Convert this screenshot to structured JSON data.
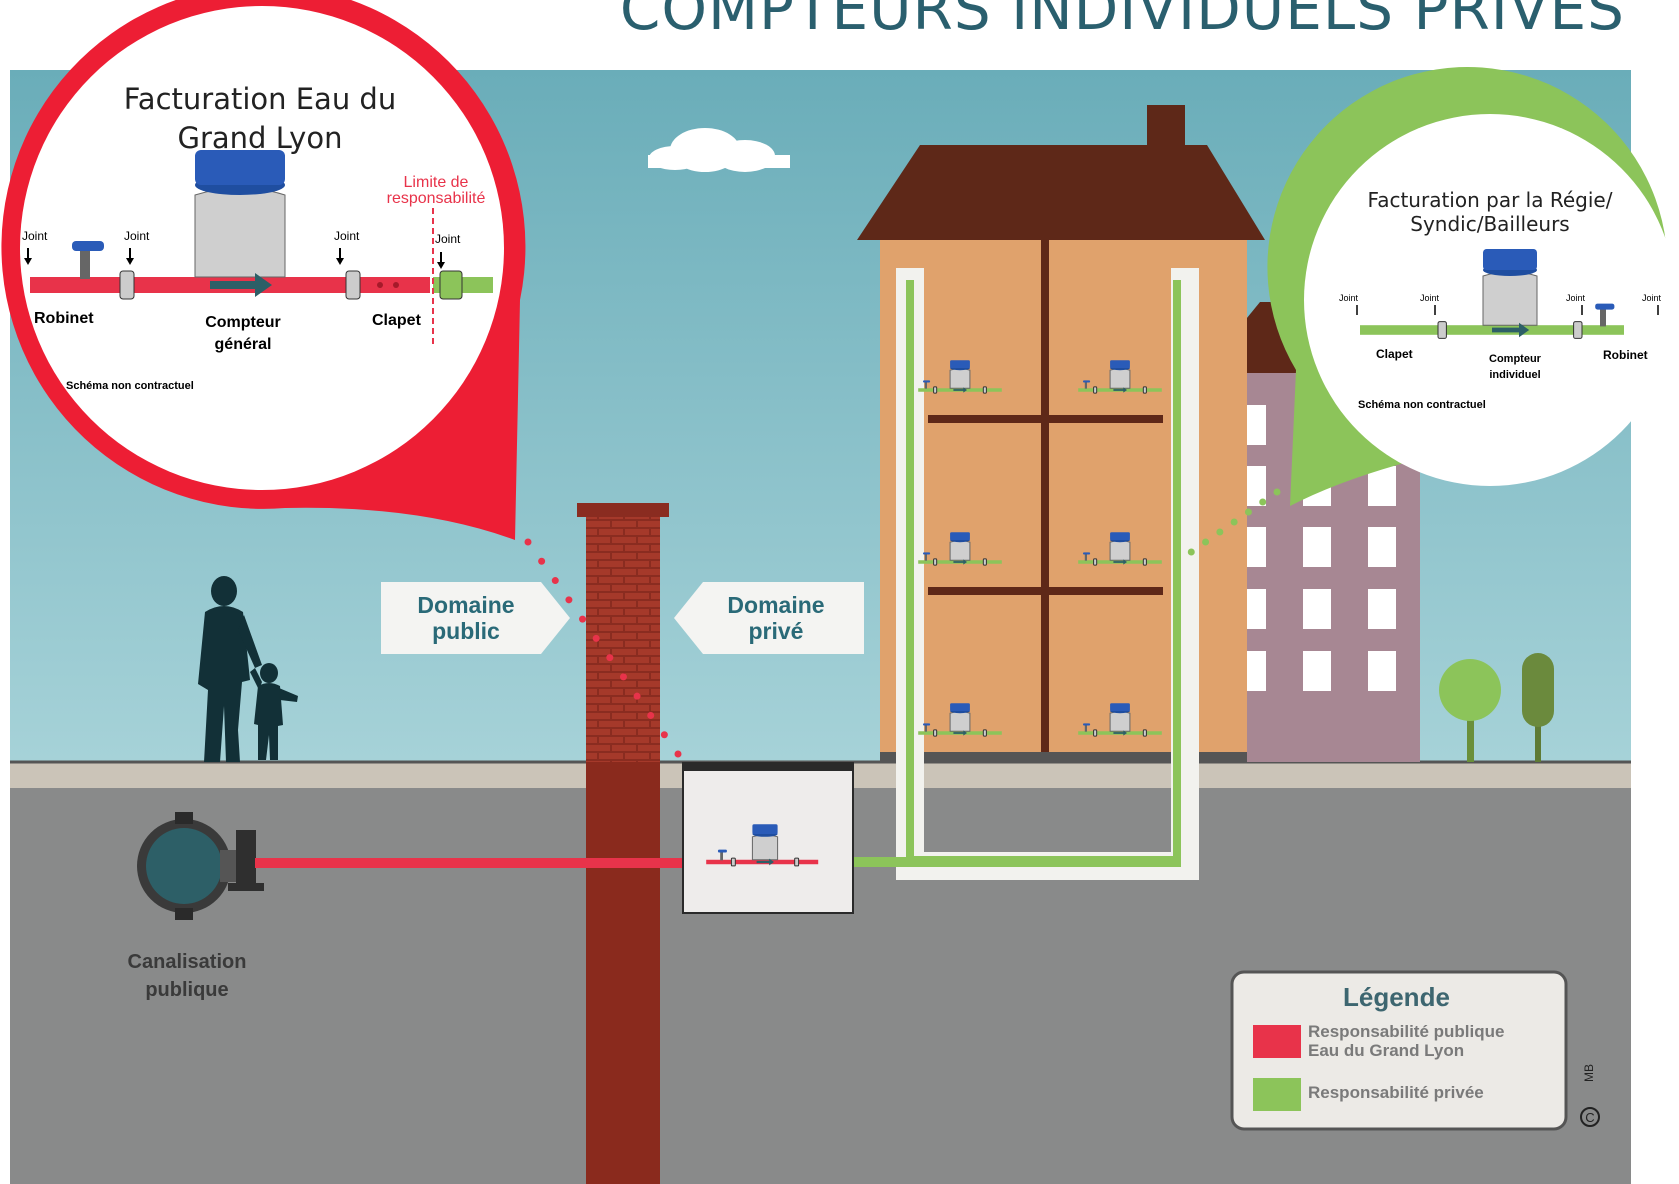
{
  "title": "COMPTEURS INDIVIDUELS PRIVÉS",
  "colors": {
    "public_red": "#e8334a",
    "private_green": "#8cc45a",
    "sky_top": "#6aadb9",
    "ground": "#898a8a",
    "teal_text": "#2a6a78"
  },
  "callout_public": {
    "title_line1": "Facturation Eau du",
    "title_line2": "Grand Lyon",
    "limit_line1": "Limite de",
    "limit_line2": "responsabilité",
    "joints": [
      "Joint",
      "Joint",
      "Joint",
      "Joint"
    ],
    "robinet": "Robinet",
    "compteur_line1": "Compteur",
    "compteur_line2": "général",
    "clapet": "Clapet",
    "disclaimer": "Schéma non contractuel"
  },
  "callout_private": {
    "title_line1": "Facturation par la Régie/",
    "title_line2": "Syndic/Bailleurs",
    "joints": [
      "Joint",
      "Joint",
      "Joint",
      "Joint"
    ],
    "clapet": "Clapet",
    "compteur_line1": "Compteur",
    "compteur_line2": "individuel",
    "robinet": "Robinet",
    "disclaimer": "Schéma non contractuel"
  },
  "domain_public": {
    "line1": "Domaine",
    "line2": "public"
  },
  "domain_private": {
    "line1": "Domaine",
    "line2": "privé"
  },
  "canalisation": {
    "line1": "Canalisation",
    "line2": "publique"
  },
  "legend": {
    "title": "Légende",
    "public_line1": "Responsabilité publique",
    "public_line2": "Eau du Grand Lyon",
    "private": "Responsabilité privée"
  },
  "copyright": "MB"
}
